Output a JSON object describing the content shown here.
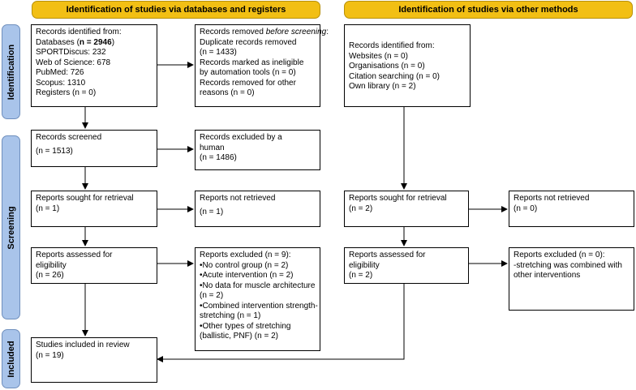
{
  "headers": {
    "databases": "Identification of studies via databases and registers",
    "other": "Identification of studies via other methods"
  },
  "phases": {
    "identification": "Identification",
    "screening": "Screening",
    "included": "Included"
  },
  "db": {
    "identified": {
      "line1": "Records identified from:",
      "databases_prefix": "Databases (",
      "databases_bold": "n = 2946",
      "databases_suffix": ")",
      "sportdiscus": "SPORTDiscus: 232",
      "wos": "Web of Science: 678",
      "pubmed": "PubMed: 726",
      "scopus": "Scopus: 1310",
      "registers": "Registers (n = 0)"
    },
    "removed": {
      "line1_prefix": "Records removed ",
      "line1_italic": "before screening",
      "line1_suffix": ":",
      "duplicates": "Duplicate records removed",
      "duplicates_n": "(n = 1433)",
      "ineligible1": "Records marked as ineligible",
      "ineligible2": "by automation tools (n = 0)",
      "other1": "Records removed for other",
      "other2": "reasons (n = 0)"
    },
    "screened": {
      "line1": "Records screened",
      "line2": "(n = 1513)"
    },
    "excluded_human": {
      "line1": "Records excluded by a",
      "line2": "human",
      "line3": "(n = 1486)"
    },
    "sought": {
      "line1": "Reports sought for retrieval",
      "line2": "(n = 1)"
    },
    "not_retrieved": {
      "line1": "Reports not retrieved",
      "line2": "(n = 1)"
    },
    "assessed": {
      "line1": "Reports assessed for",
      "line2": "eligibility",
      "line3": "(n = 26)"
    },
    "excluded": {
      "l1": "Reports excluded (n = 9):",
      "l2": "•No control group (n = 2)",
      "l3": "•Acute intervention  (n = 2)",
      "l4": "•No data for muscle architecture",
      "l5": "(n = 2)",
      "l6": "•Combined intervention strength-",
      "l7": "stretching (n = 1)",
      "l8": "•Other types of stretching",
      "l9": "(ballistic, PNF) (n = 2)"
    },
    "included": {
      "line1": "Studies included in review",
      "line2": "(n = 19)"
    }
  },
  "other": {
    "identified": {
      "line1": "Records identified from:",
      "websites": "Websites (n = 0)",
      "organisations": "Organisations (n = 0)",
      "citation": "Citation searching (n = 0)",
      "library": "Own library (n = 2)"
    },
    "sought": {
      "line1": "Reports sought for retrieval",
      "line2": "(n = 2)"
    },
    "not_retrieved": {
      "line1": "Reports not retrieved",
      "line2": "(n = 0)"
    },
    "assessed": {
      "line1": "Reports assessed for",
      "line2": "eligibility",
      "line3": "(n = 2)"
    },
    "excluded": {
      "l1": "Reports excluded (n = 0):",
      "l2": "-stretching was combined with",
      "l3": "other interventions"
    }
  }
}
